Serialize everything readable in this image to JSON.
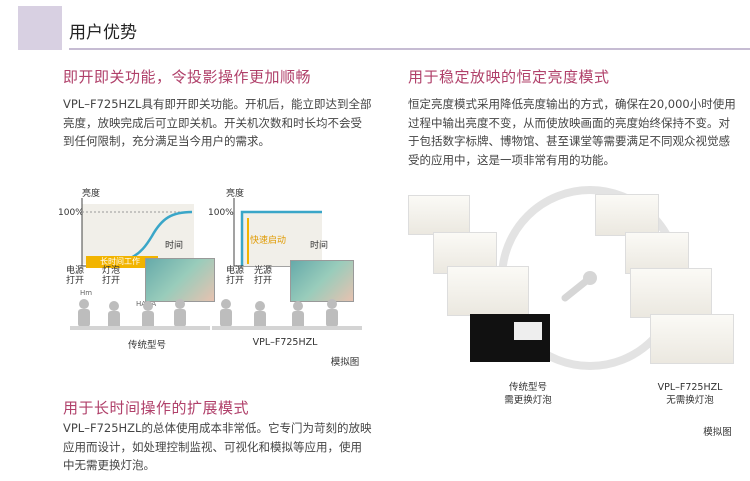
{
  "header": {
    "title": "用户优势"
  },
  "section_instant": {
    "heading": "即开即关功能，令投影操作更加顺畅",
    "body": "VPL–F725HZL具有即开即关功能。开机后，能立即达到全部亮度，放映完成后可立即关机。开关机次数和时长均不会受到任何限制，充分满足当今用户的需求。"
  },
  "diagram_left": {
    "ylabel": "亮度",
    "y100": "100%",
    "xlabel": "时间",
    "band_label": "长时间工作",
    "mark_power": "电源\n打开",
    "mark_lamp": "灯泡\n打开",
    "sfx_hm": "Hm",
    "sfx_haha": "HAHA",
    "caption": "传统型号"
  },
  "diagram_right": {
    "ylabel": "亮度",
    "y100": "100%",
    "xlabel": "时间",
    "quick_label": "快速启动",
    "mark_power": "电源\n打开",
    "mark_lamp": "光源\n打开",
    "caption": "VPL–F725HZL"
  },
  "note_left": "模拟图",
  "section_extend": {
    "heading": "用于长时间操作的扩展模式",
    "body": "VPL–F725HZL的总体使用成本非常低。它专门为苛刻的放映应用而设计，如处理控制监视、可视化和模拟等应用，使用中无需更换灯泡。"
  },
  "section_constant": {
    "heading": "用于稳定放映的恒定亮度模式",
    "body": "恒定亮度模式采用降低亮度输出的方式，确保在20,000小时使用过程中输出亮度不变，从而使放映画面的亮度始终保持不变。对于包括数字标牌、博物馆、甚至课堂等需要满足不同观众视觉感受的应用中，这是一项非常有用的功能。"
  },
  "right_illustration": {
    "caption_left": "传统型号\n需更换灯泡",
    "caption_right": "VPL–F725HZL\n无需换灯泡",
    "note": "模拟图"
  },
  "colors": {
    "accent": "#b0406a",
    "header_block": "#d8d0e2",
    "curve": "#3aa6c8",
    "highlight": "#f2b400"
  }
}
